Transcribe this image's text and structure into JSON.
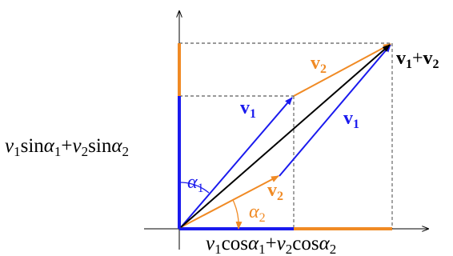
{
  "diagram": {
    "colors": {
      "v1": "#1a1aee",
      "v2": "#f08a24",
      "sum": "#000000",
      "axis": "#000000",
      "guide": "#333333"
    },
    "labels": {
      "sum": {
        "base1": "v",
        "sub1": "1",
        "plus": "+",
        "base2": "v",
        "sub2": "2"
      },
      "v1_near": {
        "base": "v",
        "sub": "1"
      },
      "v1_far": {
        "base": "v",
        "sub": "1"
      },
      "v2_top": {
        "base": "v",
        "sub": "2"
      },
      "v2_low": {
        "base": "v",
        "sub": "2"
      },
      "alpha1": {
        "base": "α",
        "sub": "1"
      },
      "alpha2": {
        "base": "α",
        "sub": "2"
      },
      "y_component": {
        "t1": "v",
        "s1": "1",
        "t2": "sin",
        "t3": "α",
        "s3": "1",
        "t4": "+",
        "t5": "v",
        "s5": "2",
        "t6": "sin",
        "t7": "α",
        "s7": "2"
      },
      "x_component": {
        "t1": "v",
        "s1": "1",
        "t2": "cos",
        "t3": "α",
        "s3": "1",
        "t4": "+",
        "t5": "v",
        "s5": "2",
        "t6": "cos",
        "t7": "α",
        "s7": "2"
      }
    }
  }
}
